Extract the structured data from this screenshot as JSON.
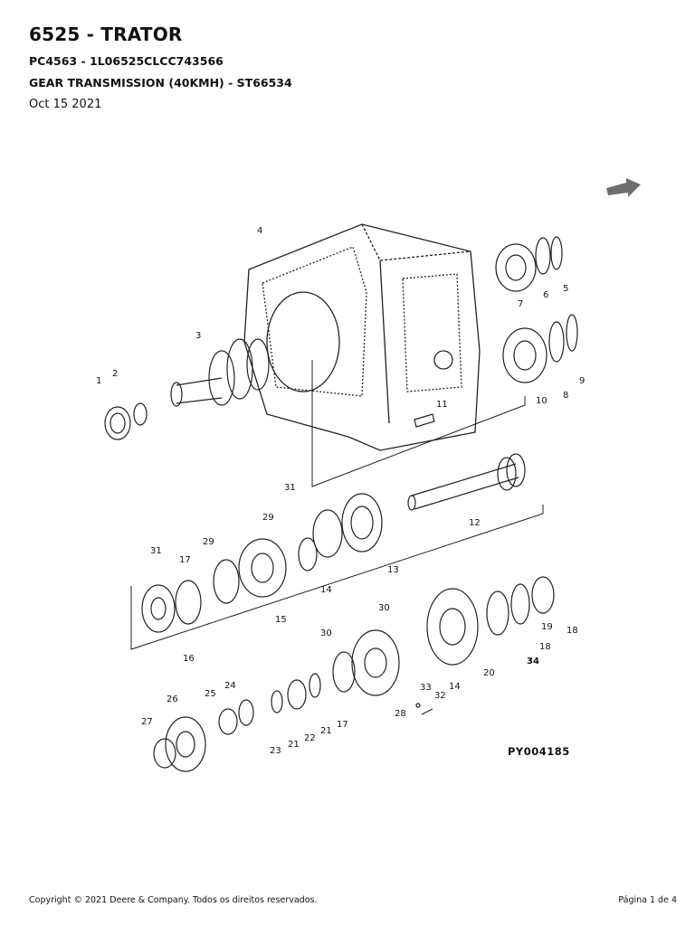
{
  "header": {
    "title": "6525 - TRATOR",
    "pc_code": "PC4563 - 1L06525CLCC743566",
    "section": "GEAR TRANSMISSION (40KMH) - ST66534",
    "date": "Oct 15 2021"
  },
  "diagram": {
    "figure_code": "PY004185",
    "callouts": [
      "1",
      "2",
      "3",
      "4",
      "5",
      "6",
      "7",
      "8",
      "9",
      "10",
      "11",
      "12",
      "13",
      "14",
      "14",
      "15",
      "16",
      "17",
      "17",
      "18",
      "18",
      "19",
      "20",
      "21",
      "21",
      "22",
      "23",
      "24",
      "25",
      "26",
      "27",
      "28",
      "29",
      "29",
      "30",
      "30",
      "31",
      "31",
      "32",
      "33",
      "34"
    ]
  },
  "footer": {
    "copyright": "Copyright © 2021 Deere & Company. Todos os direitos reservados.",
    "page": "Página 1 de 4"
  }
}
